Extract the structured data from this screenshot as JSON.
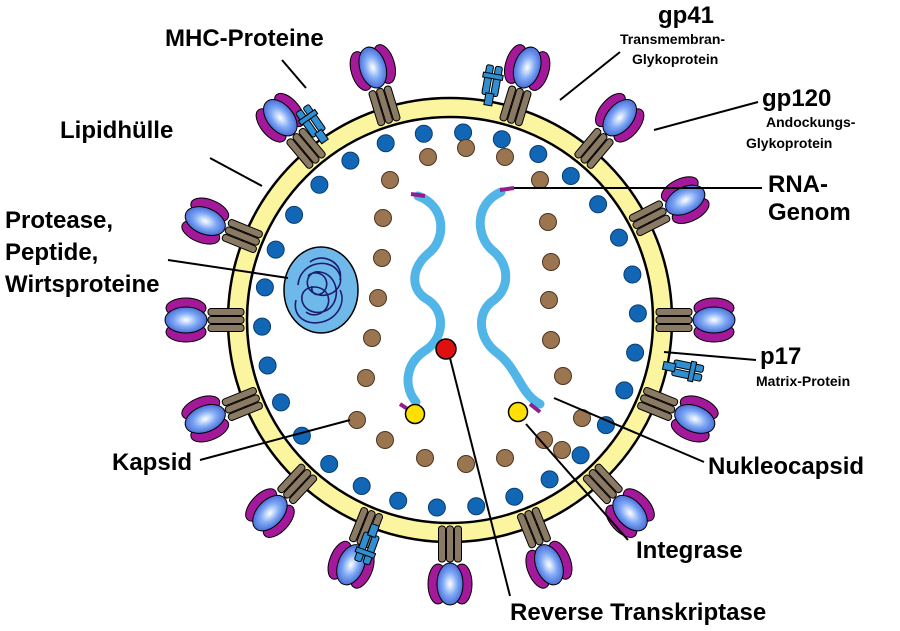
{
  "labels": {
    "mhc": "MHC-Proteine",
    "gp41": "gp41",
    "gp41_sub1": "Transmembran-",
    "gp41_sub2": "Glykoprotein",
    "gp120": "gp120",
    "gp120_sub1": "Andockungs-",
    "gp120_sub2": "Glykoprotein",
    "lipid": "Lipidhülle",
    "protease1": "Protease,",
    "protease2": "Peptide,",
    "protease3": "Wirtsproteine",
    "rna1": "RNA-",
    "rna2": "Genom",
    "p17": "p17",
    "p17_sub": "Matrix-Protein",
    "kapsid": "Kapsid",
    "nukleocapsid": "Nukleocapsid",
    "integrase": "Integrase",
    "rt": "Reverse Transkriptase"
  },
  "colors": {
    "envelope": "#fbf5a0",
    "matrix_dot": "#1167b5",
    "capsid_dot": "#9b7450",
    "rna": "#52b5e8",
    "rna_end": "#8f1e8f",
    "integrase": "#ffe000",
    "rt": "#e01010",
    "protease_body": "#6fb8ea",
    "protease_coil": "#1c1c6e",
    "gp41": "#8b7a63",
    "gp120_outer": "#a4199a",
    "gp120_inner": "#5a8ef0",
    "mhc": "#2f8fd0"
  }
}
